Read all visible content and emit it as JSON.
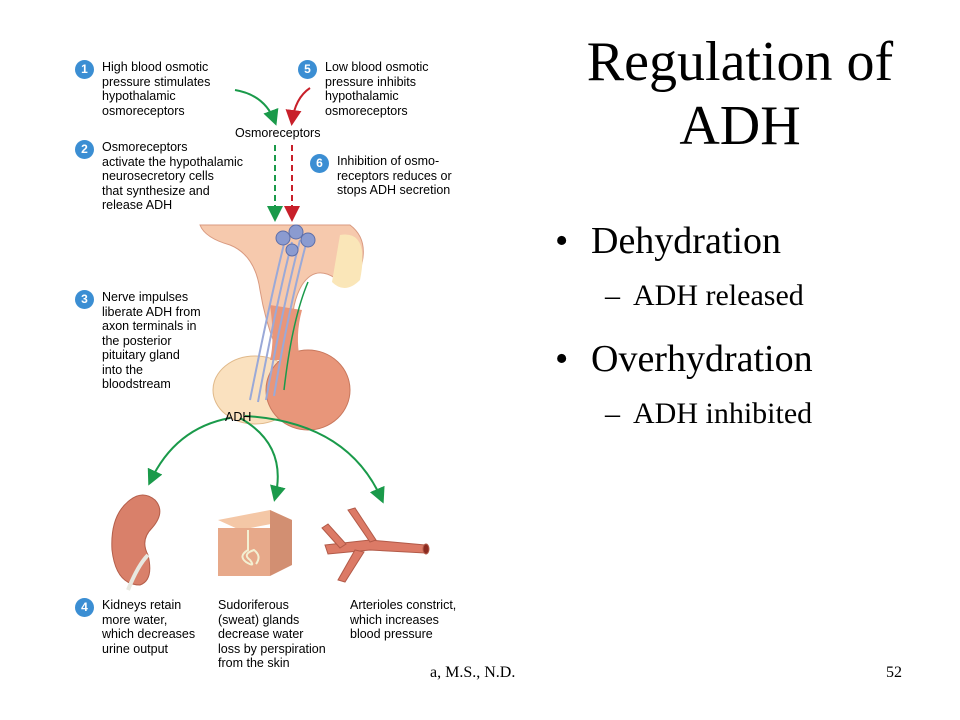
{
  "slide": {
    "title": "Regulation of ADH",
    "bullets": [
      {
        "text": "Dehydration",
        "sub": "ADH released"
      },
      {
        "text": "Overhydration",
        "sub": "ADH inhibited"
      }
    ],
    "footer_text": "a, M.S., N.D.",
    "page_number": "52"
  },
  "diagram": {
    "steps": [
      {
        "number": "1",
        "text": "High blood osmotic\npressure stimulates\nhypothalamic\nosmoreceptors"
      },
      {
        "number": "2",
        "text": "Osmoreceptors\nactivate the hypothalamic\nneurosecretory cells\nthat synthesize and\nrelease ADH"
      },
      {
        "number": "3",
        "text": "Nerve impulses\nliberate ADH from\naxon terminals in\nthe posterior\npituitary gland\ninto the\nbloodstream"
      },
      {
        "number": "4",
        "text": "Kidneys retain\nmore water,\nwhich decreases\nurine output"
      },
      {
        "number": "5",
        "text": "Low blood osmotic\npressure inhibits\nhypothalamic\nosmoreceptors"
      },
      {
        "number": "6",
        "text": "Inhibition of osmo-\nreceptors reduces or\nstops ADH secretion"
      }
    ],
    "osmoreceptors_label": "Osmoreceptors",
    "adh_label": "ADH",
    "effect_sweat": "Sudoriferous\n(sweat) glands\ndecrease water\nloss by perspiration\nfrom the skin",
    "effect_arterioles": "Arterioles constrict,\nwhich increases\nblood pressure",
    "colors": {
      "step_badge": "#3b8ed3",
      "stimulate_arrow": "#1a9a4a",
      "inhibit_arrow": "#c8202a",
      "tissue": "#f2b89a",
      "gland": "#e8967a"
    }
  }
}
